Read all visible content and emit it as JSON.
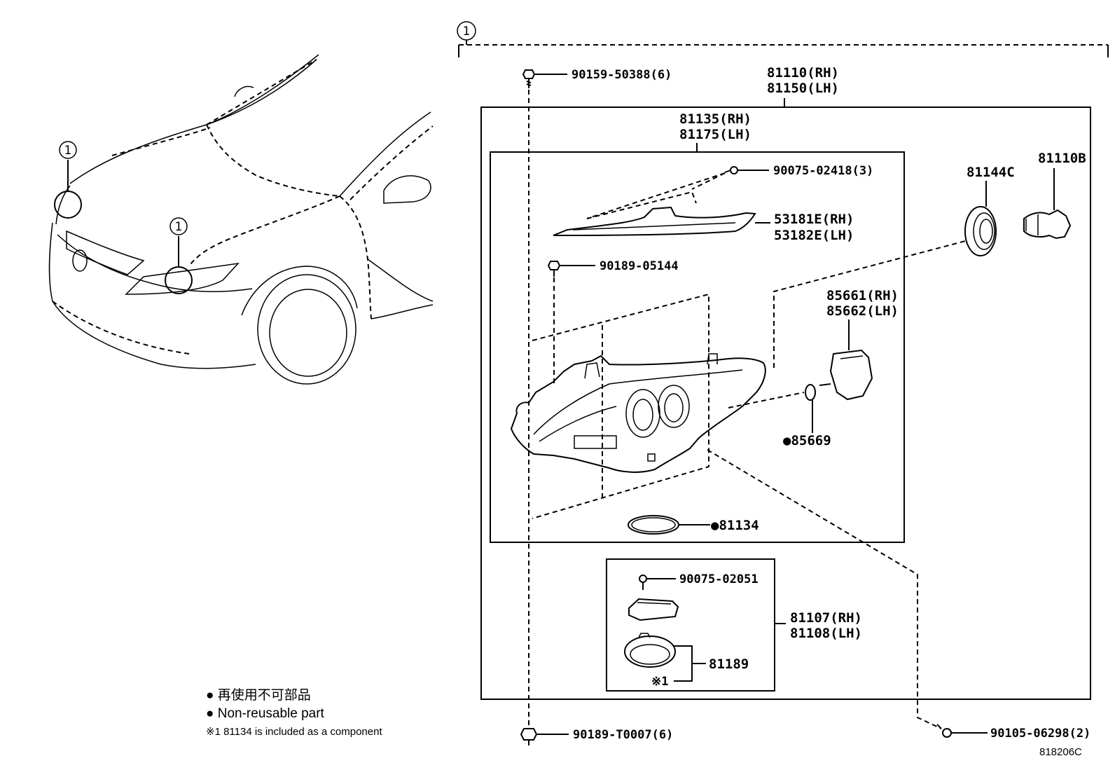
{
  "diagram_id": "818206C",
  "assembly_callout": "1",
  "vehicle_callouts": [
    "1",
    "1"
  ],
  "parts": [
    {
      "id": "p-90159",
      "lines": [
        "90159-50388(6)"
      ]
    },
    {
      "id": "p-81110",
      "lines": [
        "81110(RH)",
        "81150(LH)"
      ]
    },
    {
      "id": "p-81135",
      "lines": [
        "81135(RH)",
        "81175(LH)"
      ]
    },
    {
      "id": "p-90075a",
      "lines": [
        "90075-02418(3)"
      ]
    },
    {
      "id": "p-53181",
      "lines": [
        "53181E(RH)",
        "53182E(LH)"
      ]
    },
    {
      "id": "p-90189a",
      "lines": [
        "90189-05144"
      ]
    },
    {
      "id": "p-81144",
      "lines": [
        "81144C"
      ]
    },
    {
      "id": "p-81110b",
      "lines": [
        "81110B"
      ]
    },
    {
      "id": "p-85661",
      "lines": [
        "85661(RH)",
        "85662(LH)"
      ]
    },
    {
      "id": "p-85669",
      "lines": [
        "●85669"
      ]
    },
    {
      "id": "p-81134",
      "lines": [
        "●81134"
      ]
    },
    {
      "id": "p-90075b",
      "lines": [
        "90075-02051"
      ]
    },
    {
      "id": "p-81107",
      "lines": [
        "81107(RH)",
        "81108(LH)"
      ]
    },
    {
      "id": "p-81189",
      "lines": [
        "81189"
      ]
    },
    {
      "id": "p-note1",
      "lines": [
        "※1"
      ]
    },
    {
      "id": "p-90189b",
      "lines": [
        "90189-T0007(6)"
      ]
    },
    {
      "id": "p-90105",
      "lines": [
        "90105-06298(2)"
      ]
    }
  ],
  "legend": {
    "jp": "● 再使用不可部品",
    "en": "● Non-reusable part",
    "note": "※1 81134 is included as a component"
  }
}
